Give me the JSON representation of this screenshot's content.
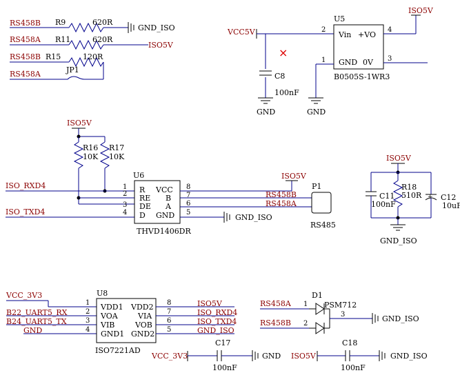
{
  "net_labels": {
    "rs458b_1": "RS458B",
    "rs458a_1": "RS458A",
    "rs458b_2": "RS458B",
    "rs458a_2": "RS458A",
    "gnd_iso_1": "GND_ISO",
    "iso5v_1": "ISO5V",
    "vcc5v": "VCC5V",
    "iso5v_u5": "ISO5V",
    "gnd_1": "GND",
    "gnd_2": "GND",
    "iso5v_2": "ISO5V",
    "iso_rxd4_1": "ISO_RXD4",
    "iso_txd4_1": "ISO_TXD4",
    "iso5v_3": "ISO5V",
    "rs458b_3": "RS458B",
    "rs458a_3": "RS458A",
    "gnd_iso_2": "GND_ISO",
    "iso5v_4": "ISO5V",
    "gnd_iso_3": "GND_ISO",
    "vcc_3v3_1": "VCC_3V3",
    "b22": "B22_UART5_RX",
    "b24": "B24_UART5_TX",
    "gnd_3": "GND",
    "iso5v_5": "ISO5V",
    "iso_rxd4_2": "ISO_RXD4",
    "iso_txd4_2": "ISO_TXD4",
    "gnd_iso_4": "GND_ISO",
    "rs458a_4": "RS458A",
    "rs458b_4": "RS458B",
    "gnd_iso_5": "GND_ISO",
    "vcc_3v3_2": "VCC_3V3",
    "gnd_4": "GND",
    "iso5v_6": "ISO5V",
    "gnd_iso_6": "GND_ISO"
  },
  "components": {
    "r9": {
      "ref": "R9",
      "value": "620R"
    },
    "r11": {
      "ref": "R11",
      "value": "620R"
    },
    "r15": {
      "ref": "R15",
      "value": "120R"
    },
    "jp1": {
      "ref": "JP1"
    },
    "u5": {
      "ref": "U5",
      "part": "B0505S-1WR3",
      "vin": "Vin",
      "vo": "+VO",
      "gnd": "GND",
      "ov": "0V",
      "p1": "1",
      "p2": "2",
      "p3": "3",
      "p4": "4"
    },
    "c8": {
      "ref": "C8",
      "value": "100nF"
    },
    "r16": {
      "ref": "R16",
      "value": "10K"
    },
    "r17": {
      "ref": "R17",
      "value": "10K"
    },
    "u6": {
      "ref": "U6",
      "part": "THVD1406DR",
      "l": [
        "R",
        "RE",
        "DE",
        "D"
      ],
      "r": [
        "VCC",
        "B",
        "A",
        "GND"
      ],
      "lp": [
        "1",
        "2",
        "3",
        "4"
      ],
      "rp": [
        "8",
        "7",
        "6",
        "5"
      ]
    },
    "p1": {
      "ref": "P1",
      "part": "RS485"
    },
    "c11": {
      "ref": "C11",
      "value": "100nF"
    },
    "r18": {
      "ref": "R18",
      "value": "510R"
    },
    "c12": {
      "ref": "C12",
      "value": "10uF"
    },
    "u8": {
      "ref": "U8",
      "part": "ISO7221AD",
      "l": [
        "VDD1",
        "VOA",
        "VIB",
        "GND1"
      ],
      "r": [
        "VDD2",
        "VIA",
        "VOB",
        "GND2"
      ],
      "lp": [
        "1",
        "2",
        "3",
        "4"
      ],
      "rp": [
        "8",
        "7",
        "6",
        "5"
      ]
    },
    "d1": {
      "ref": "D1",
      "part": "PSM712",
      "p1": "1",
      "p2": "2",
      "p3": "3"
    },
    "c17": {
      "ref": "C17",
      "value": "100nF"
    },
    "c18": {
      "ref": "C18",
      "value": "100nF"
    }
  },
  "markers": {
    "no_connect": "×"
  }
}
